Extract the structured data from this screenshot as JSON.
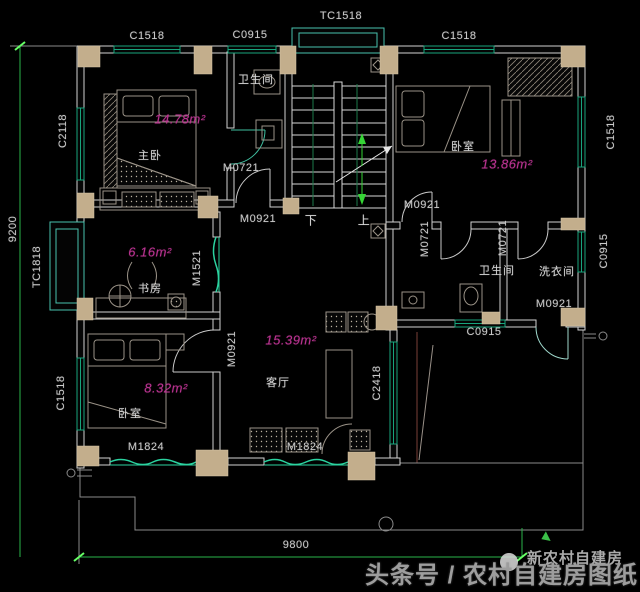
{
  "openings": {
    "c1518": "C1518",
    "c0915": "C0915",
    "tc1518": "TC1518",
    "c2118": "C2118",
    "tc1818": "TC1818",
    "c2418": "C2418",
    "m0721": "M0721",
    "m0921": "M0921",
    "m1521": "M1521",
    "m1824": "M1824"
  },
  "rooms": {
    "master": {
      "name": "主卧",
      "area": "14.78m²"
    },
    "bedroom_top_right": {
      "name": "卧室",
      "area": "13.86m²"
    },
    "study": {
      "name": "书房",
      "area": "6.16m²"
    },
    "living": {
      "name": "客厅",
      "area": "15.39m²"
    },
    "bedroom_bottom_left": {
      "name": "卧室",
      "area": "8.32m²"
    },
    "bathroom_top": {
      "name": "卫生间"
    },
    "bathroom_middle": {
      "name": "卫生间"
    },
    "laundry": {
      "name": "洗衣间"
    }
  },
  "stairs": {
    "down": "下",
    "up": "上"
  },
  "dimensions": {
    "height": "9200",
    "width": "9800"
  },
  "watermark": {
    "text": "头条号 / 农村自建房图纸",
    "badge": "新农村自建房"
  },
  "colors": {
    "window": "#18a47c",
    "bay_window": "#49c2ae",
    "dimension": "#2ab44a",
    "area_text": "#b93390",
    "column": "#c3ae8c",
    "wall": "#d2d2d2"
  }
}
